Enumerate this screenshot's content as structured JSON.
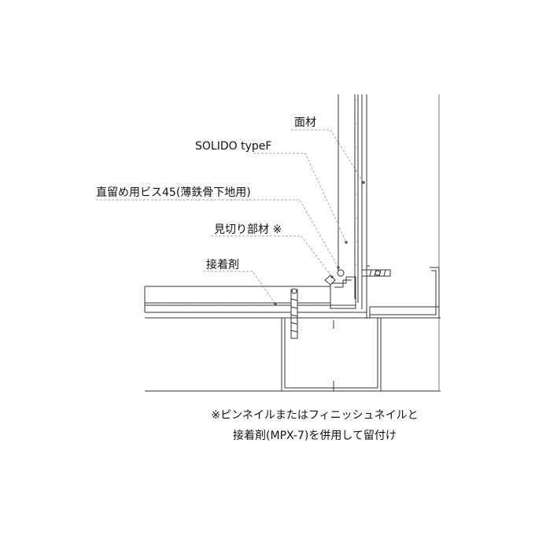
{
  "labels": {
    "face_material": "面材",
    "solido": "SOLIDO typeF",
    "screw": "直留め用ビス45(薄鉄骨下地用)",
    "trim": "見切り部材 ※",
    "adhesive": "接着剤"
  },
  "note": {
    "line1": "※ピンネイルまたはフィニッシュネイルと",
    "line2": "接着剤(MPX-7)を併用して留付け"
  }
}
